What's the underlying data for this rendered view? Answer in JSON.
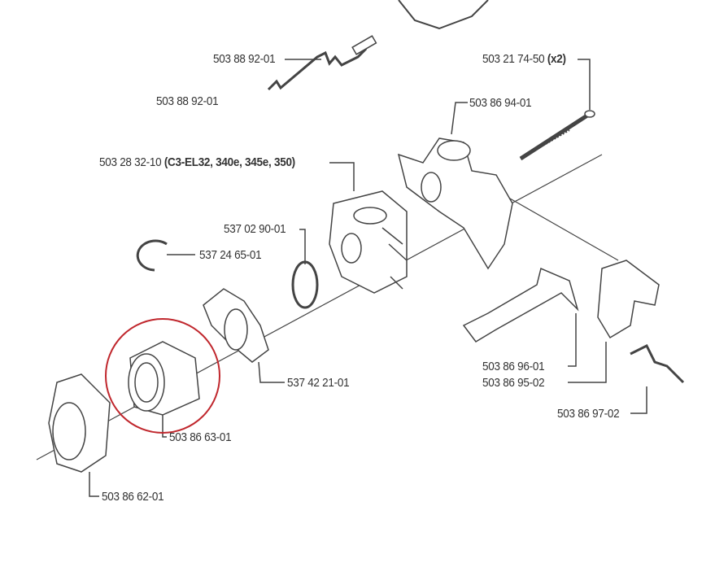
{
  "parts": [
    {
      "id": "wire-top",
      "number": "503 88 92-01"
    },
    {
      "id": "wire-second",
      "number": "503 88 92-01"
    },
    {
      "id": "screw",
      "number": "503 21 74-50",
      "qty": "(x2)"
    },
    {
      "id": "holder",
      "number": "503 86 94-01"
    },
    {
      "id": "carburetor",
      "number": "503 28 32-10",
      "models": "(C3-EL32, 340e, 345e, 350)"
    },
    {
      "id": "gasket",
      "number": "537 02 90-01"
    },
    {
      "id": "circlip",
      "number": "537 24 65-01"
    },
    {
      "id": "flange",
      "number": "537 42 21-01"
    },
    {
      "id": "lever1",
      "number": "503 86 96-01"
    },
    {
      "id": "lever2",
      "number": "503 86 95-02"
    },
    {
      "id": "spring",
      "number": "503 86 97-02"
    },
    {
      "id": "intake-hose",
      "number": "503 86 63-01"
    },
    {
      "id": "adapter",
      "number": "503 86 62-01"
    }
  ],
  "highlight_color": "#c0272d"
}
